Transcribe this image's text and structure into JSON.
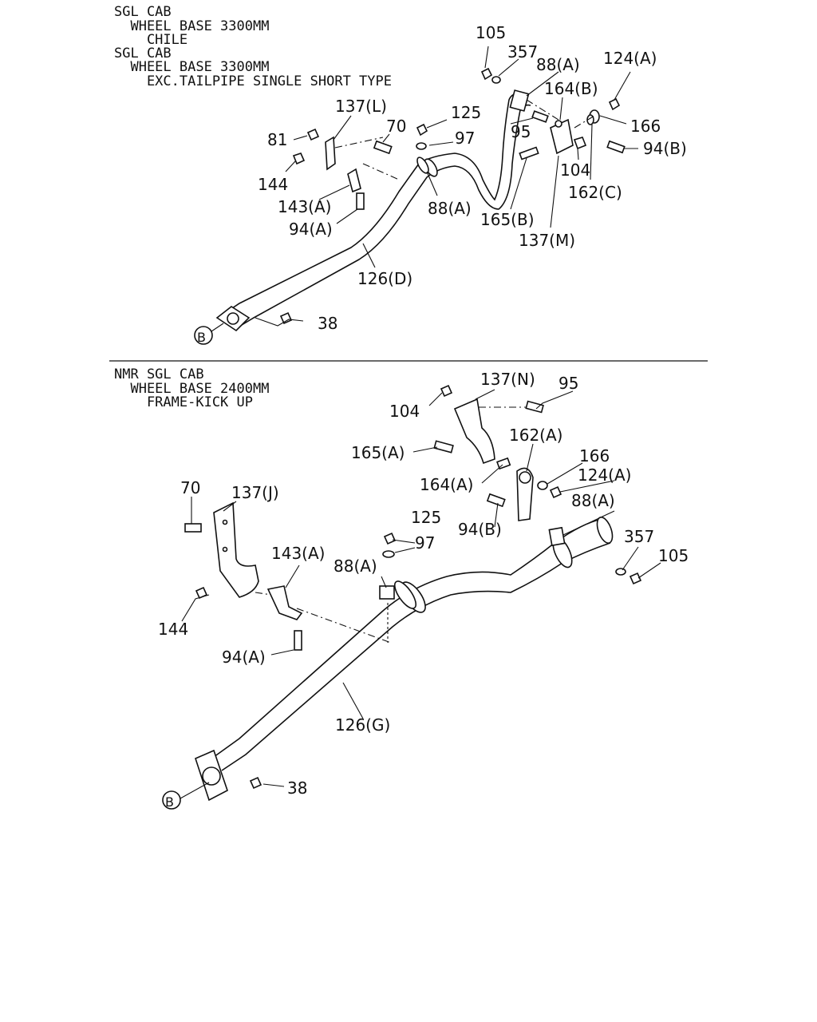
{
  "top_section": {
    "header_lines": [
      "SGL CAB",
      "  WHEEL BASE 3300MM",
      "    CHILE",
      "SGL CAB",
      "  WHEEL BASE 3300MM",
      "    EXC.TAILPIPE SINGLE SHORT TYPE"
    ],
    "labels": {
      "l105": "105",
      "l357": "357",
      "l88a_top": "88(A)",
      "l124a": "124(A)",
      "l164b": "164(B)",
      "l137l": "137(L)",
      "l125": "125",
      "l70": "70",
      "l81": "81",
      "l97": "97",
      "l95": "95",
      "l166": "166",
      "l94b": "94(B)",
      "l104": "104",
      "l144": "144",
      "l162c": "162(C)",
      "l143a": "143(A)",
      "l88a_mid": "88(A)",
      "l165b": "165(B)",
      "l94a": "94(A)",
      "l137m": "137(M)",
      "l126d": "126(D)",
      "l38": "38",
      "marker_b": "B"
    }
  },
  "bottom_section": {
    "header_lines": [
      "NMR SGL CAB",
      "  WHEEL BASE 2400MM",
      "    FRAME-KICK UP"
    ],
    "labels": {
      "l137n": "137(N)",
      "l95": "95",
      "l104": "104",
      "l162a": "162(A)",
      "l165a": "165(A)",
      "l166": "166",
      "l124a": "124(A)",
      "l164a": "164(A)",
      "l70": "70",
      "l137j": "137(J)",
      "l88a_right": "88(A)",
      "l94b": "94(B)",
      "l125": "125",
      "l357": "357",
      "l105": "105",
      "l143a": "143(A)",
      "l97": "97",
      "l88a_left": "88(A)",
      "l144": "144",
      "l94a": "94(A)",
      "l126g": "126(G)",
      "l38": "38",
      "marker_b": "B"
    }
  }
}
